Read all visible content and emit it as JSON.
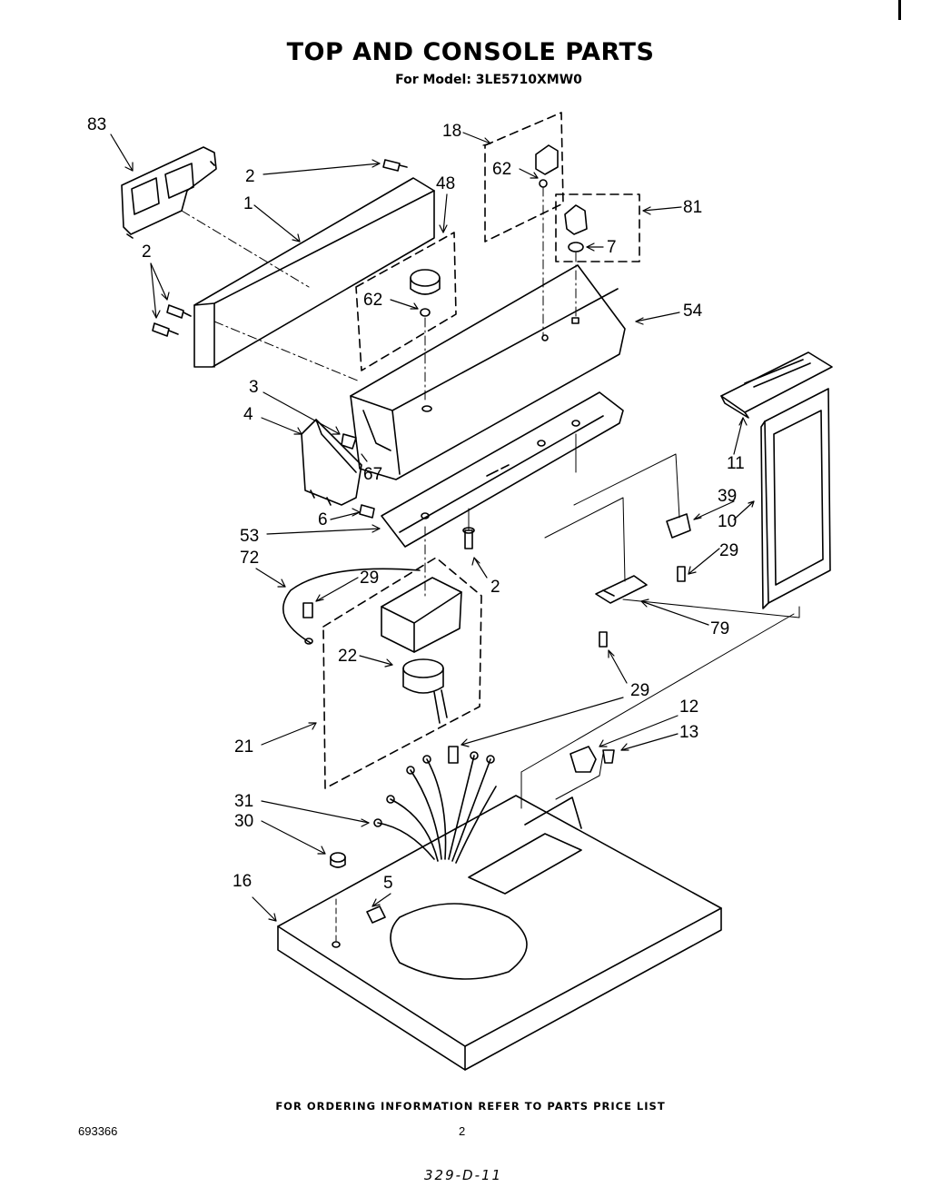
{
  "header": {
    "title": "TOP AND CONSOLE PARTS",
    "subtitle": "For Model: 3LE5710XMW0"
  },
  "footer": {
    "ordering_note": "FOR ORDERING INFORMATION REFER TO PARTS PRICE LIST",
    "document_number": "693366",
    "page_number": "2",
    "handwritten_code": "329-D-11"
  },
  "callouts": [
    {
      "id": "c83a",
      "label": "83"
    },
    {
      "id": "c2a",
      "label": "2"
    },
    {
      "id": "c1",
      "label": "1"
    },
    {
      "id": "c48",
      "label": "48"
    },
    {
      "id": "c18",
      "label": "18"
    },
    {
      "id": "c62a",
      "label": "62"
    },
    {
      "id": "c81",
      "label": "81"
    },
    {
      "id": "c7",
      "label": "7"
    },
    {
      "id": "c2b",
      "label": "2"
    },
    {
      "id": "c62b",
      "label": "62"
    },
    {
      "id": "c54",
      "label": "54"
    },
    {
      "id": "c3",
      "label": "3"
    },
    {
      "id": "c4",
      "label": "4"
    },
    {
      "id": "c67",
      "label": "67"
    },
    {
      "id": "c11",
      "label": "11"
    },
    {
      "id": "c39",
      "label": "39"
    },
    {
      "id": "c10",
      "label": "10"
    },
    {
      "id": "c6",
      "label": "6"
    },
    {
      "id": "c53",
      "label": "53"
    },
    {
      "id": "c72",
      "label": "72"
    },
    {
      "id": "c29a",
      "label": "29"
    },
    {
      "id": "c2c",
      "label": "2"
    },
    {
      "id": "c29b",
      "label": "29"
    },
    {
      "id": "c79",
      "label": "79"
    },
    {
      "id": "c22",
      "label": "22"
    },
    {
      "id": "c29c",
      "label": "29"
    },
    {
      "id": "c12",
      "label": "12"
    },
    {
      "id": "c13",
      "label": "13"
    },
    {
      "id": "c21",
      "label": "21"
    },
    {
      "id": "c31",
      "label": "31"
    },
    {
      "id": "c30",
      "label": "30"
    },
    {
      "id": "c16",
      "label": "16"
    },
    {
      "id": "c5",
      "label": "5"
    }
  ]
}
